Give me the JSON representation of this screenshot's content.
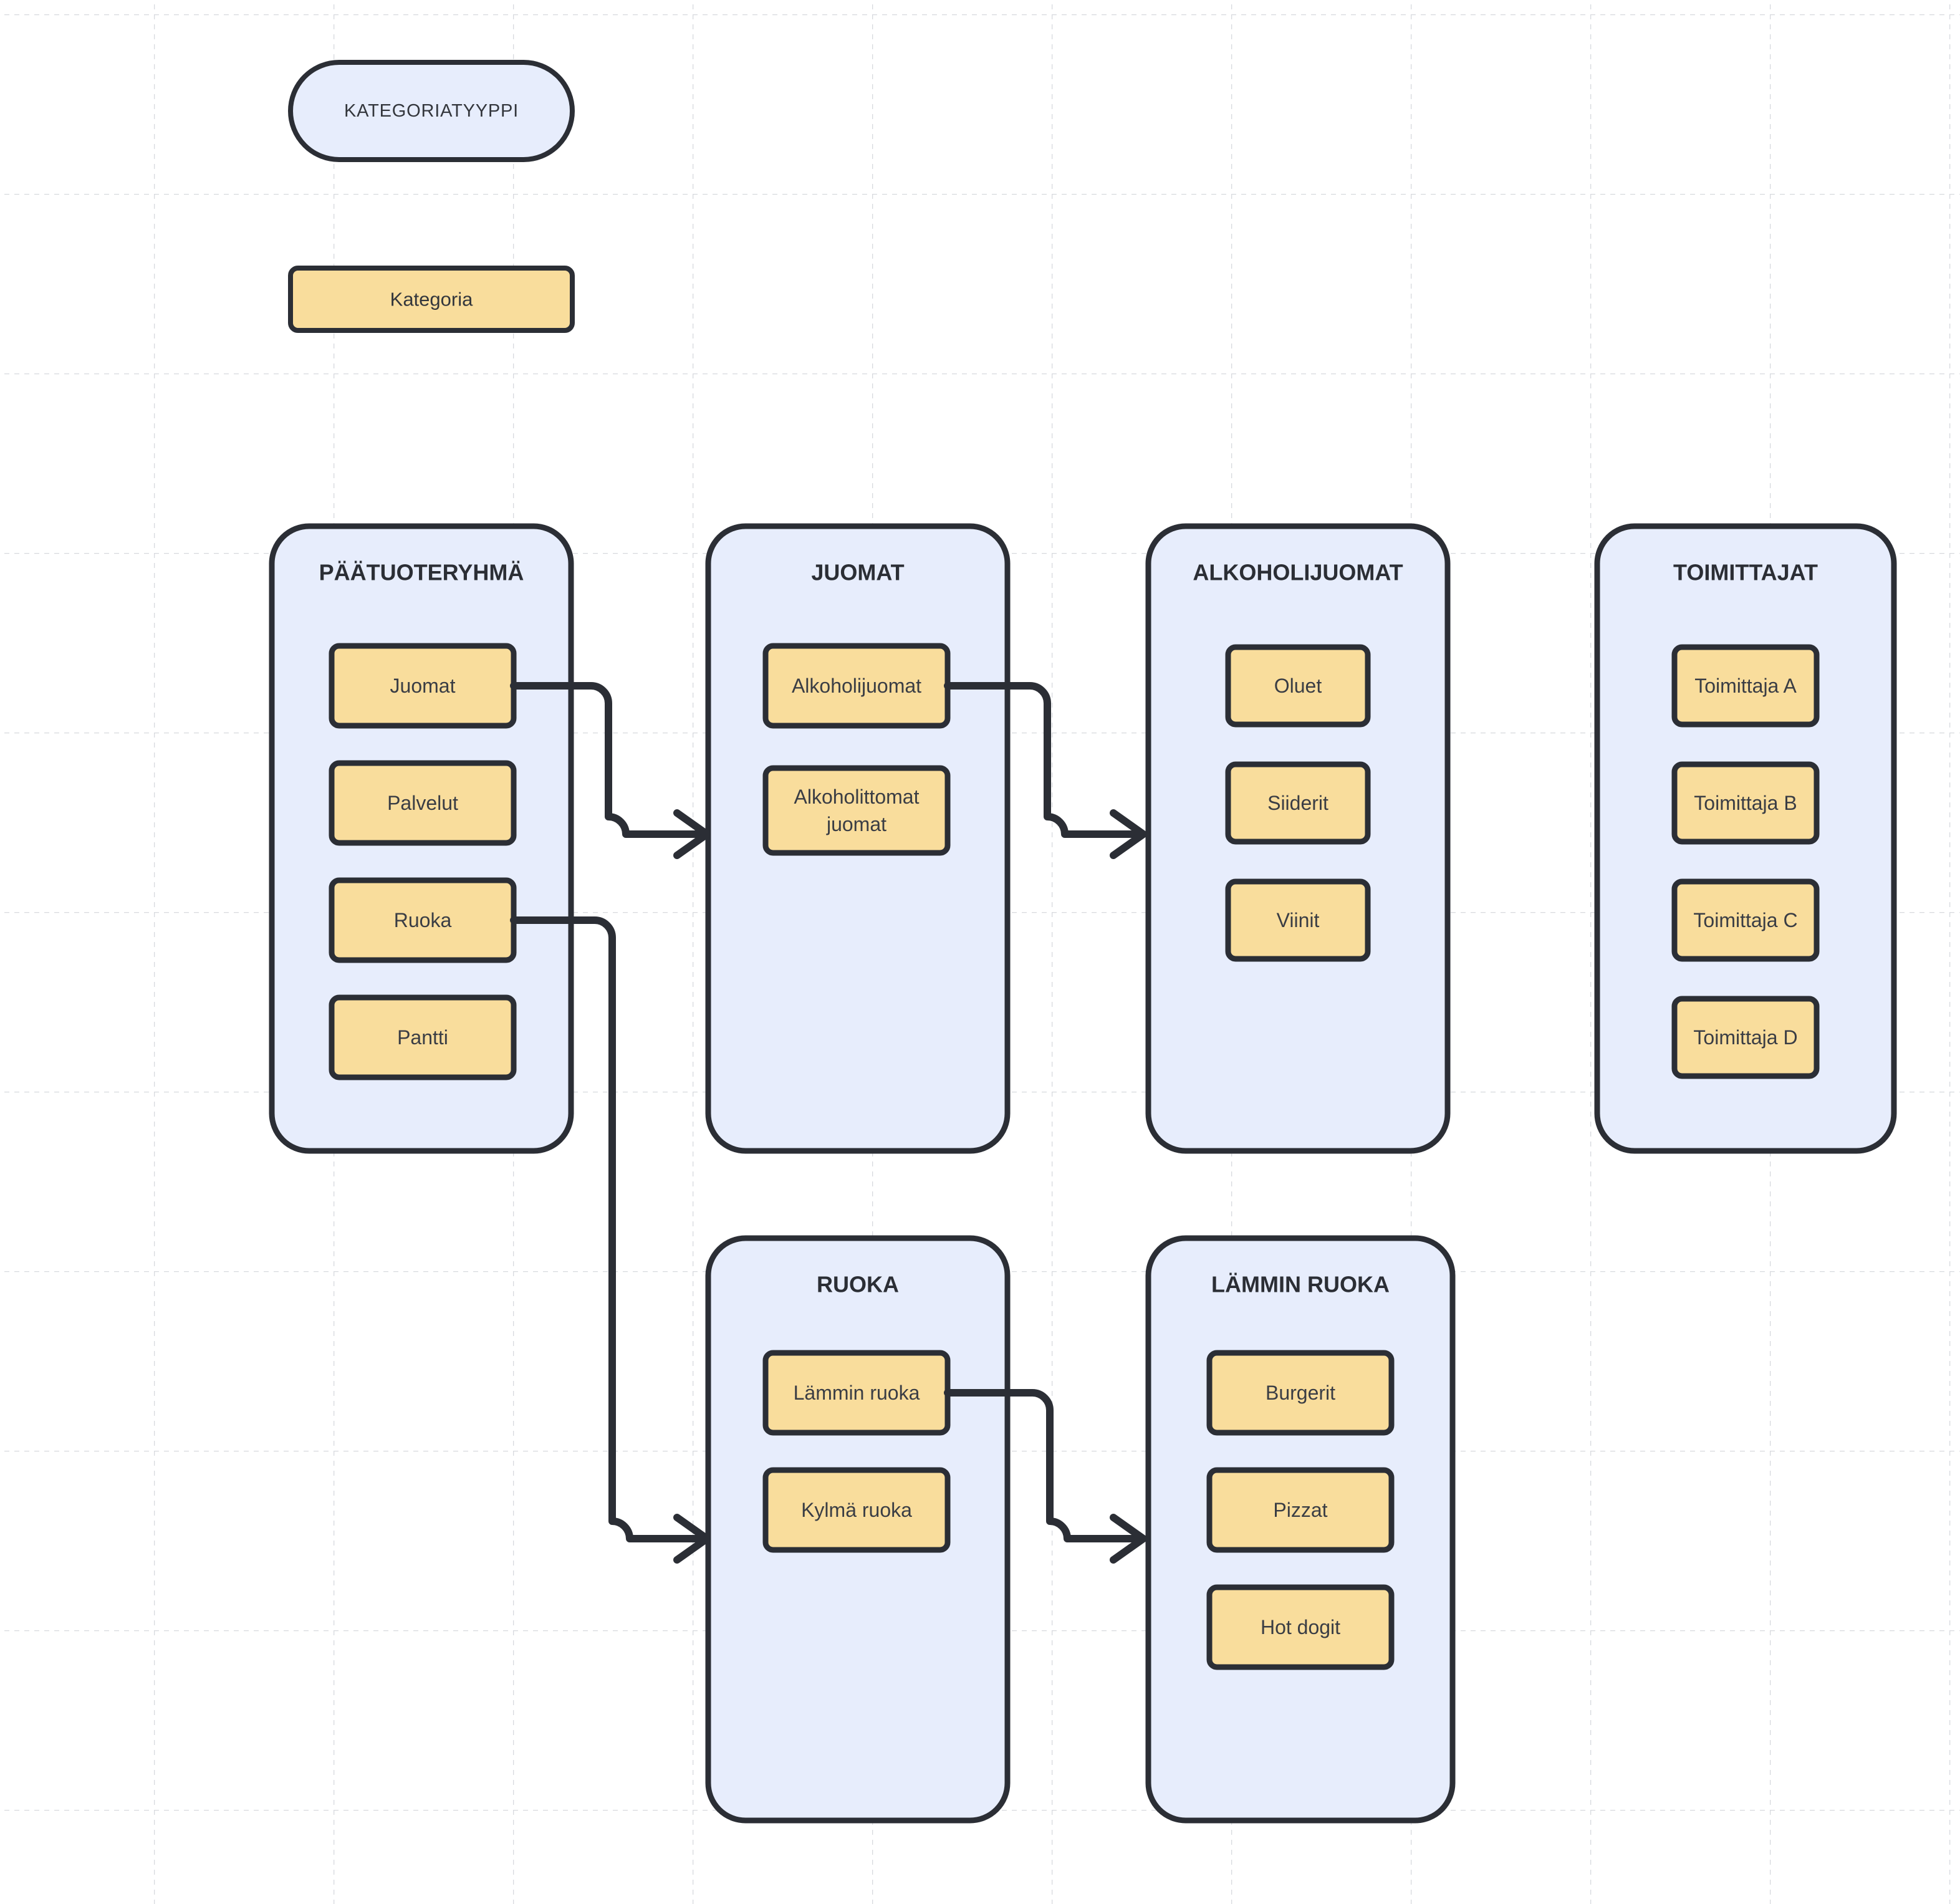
{
  "colors": {
    "background": "#ffffff",
    "grid_line": "#d7d9de",
    "container_fill": "#e7edfc",
    "node_fill": "#f9dd9c",
    "stroke_dark": "#2b2e35",
    "text": "#3a3d44"
  },
  "legend": {
    "category_type": {
      "label": "KATEGORIATYYPPI",
      "shape": "pill"
    },
    "category": {
      "label": "Kategoria",
      "shape": "rectangle"
    }
  },
  "containers": [
    {
      "title": "PÄÄTUOTERYHMÄ",
      "items": [
        {
          "label": "Juomat"
        },
        {
          "label": "Palvelut"
        },
        {
          "label": "Ruoka"
        },
        {
          "label": "Pantti"
        }
      ]
    },
    {
      "title": "JUOMAT",
      "items": [
        {
          "label": "Alkoholijuomat"
        },
        {
          "label": "Alkoholittomat juomat",
          "lines": [
            "Alkoholittomat",
            "juomat"
          ]
        }
      ]
    },
    {
      "title": "ALKOHOLIJUOMAT",
      "items": [
        {
          "label": "Oluet"
        },
        {
          "label": "Siiderit"
        },
        {
          "label": "Viinit"
        }
      ]
    },
    {
      "title": "TOIMITTAJAT",
      "items": [
        {
          "label": "Toimittaja A"
        },
        {
          "label": "Toimittaja B"
        },
        {
          "label": "Toimittaja C"
        },
        {
          "label": "Toimittaja D"
        }
      ]
    },
    {
      "title": "RUOKA",
      "items": [
        {
          "label": "Lämmin ruoka"
        },
        {
          "label": "Kylmä ruoka"
        }
      ]
    },
    {
      "title": "LÄMMIN RUOKA",
      "items": [
        {
          "label": "Burgerit"
        },
        {
          "label": "Pizzat"
        },
        {
          "label": "Hot dogit"
        }
      ]
    }
  ],
  "connections": [
    {
      "from": "Juomat",
      "to": "JUOMAT"
    },
    {
      "from": "Alkoholijuomat",
      "to": "ALKOHOLIJUOMAT"
    },
    {
      "from": "Ruoka",
      "to": "RUOKA"
    },
    {
      "from": "Lämmin ruoka",
      "to": "LÄMMIN RUOKA"
    }
  ]
}
